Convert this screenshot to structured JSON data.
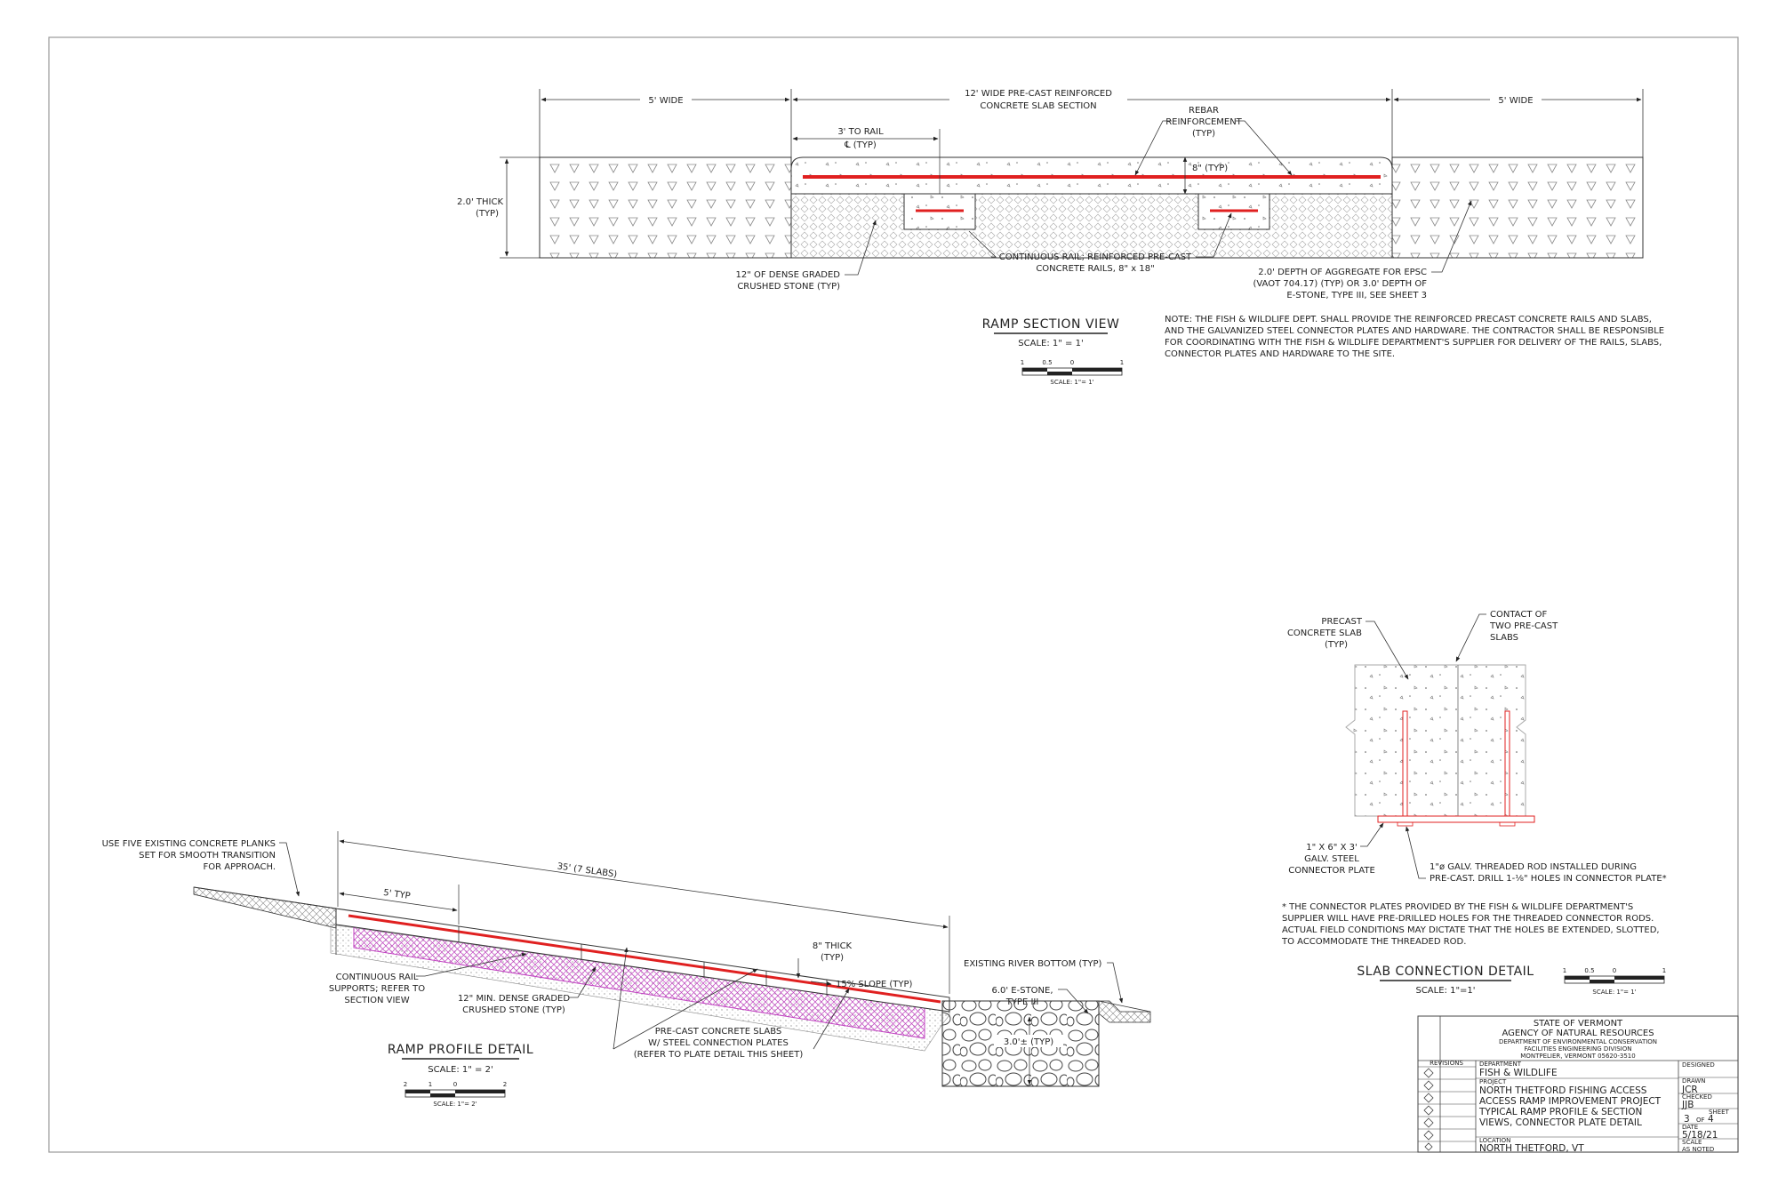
{
  "section_view": {
    "dim_left": "5' WIDE",
    "dim_center_1": "12' WIDE PRE-CAST REINFORCED",
    "dim_center_2": "CONCRETE SLAB SECTION",
    "dim_right": "5' WIDE",
    "rail_1": "3' TO RAIL",
    "rail_2": "℄ (TYP)",
    "rebar_1": "REBAR",
    "rebar_2": "REINFORCEMENT",
    "rebar_3": "(TYP)",
    "thick_8": "8\" (TYP)",
    "thick_1": "2.0' THICK",
    "thick_2": "(TYP)",
    "stone_1": "12\" OF DENSE GRADED",
    "stone_2": "CRUSHED STONE (TYP)",
    "cont_rail_1": "CONTINUOUS RAIL; REINFORCED PRE-CAST",
    "cont_rail_2": "CONCRETE RAILS, 8\" x 18\"",
    "agg_1": "2.0' DEPTH OF AGGREGATE FOR EPSC",
    "agg_2": "(VAOT 704.17) (TYP) OR 3.0' DEPTH OF",
    "agg_3": "E-STONE, TYPE III, SEE SHEET 3",
    "title": "RAMP SECTION VIEW",
    "scale": "SCALE: 1\" = 1'",
    "bar_1": "1",
    "bar_05": "0.5",
    "bar_0": "0",
    "bar_1r": "1",
    "bar_label": "SCALE: 1\"= 1'",
    "note_1": "NOTE: THE FISH & WILDLIFE DEPT. SHALL PROVIDE THE REINFORCED PRECAST CONCRETE RAILS AND SLABS,",
    "note_2": "AND THE GALVANIZED STEEL CONNECTOR PLATES AND HARDWARE.  THE CONTRACTOR SHALL BE RESPONSIBLE",
    "note_3": "FOR COORDINATING WITH THE FISH & WILDLIFE DEPARTMENT'S SUPPLIER FOR DELIVERY OF THE RAILS, SLABS,",
    "note_4": "CONNECTOR PLATES AND HARDWARE TO THE SITE."
  },
  "profile": {
    "planks_1": "USE FIVE EXISTING CONCRETE PLANKS",
    "planks_2": "SET FOR SMOOTH TRANSITION",
    "planks_3": "FOR APPROACH.",
    "dim_35": "35' (7 SLABS)",
    "typ_5": "5' TYP",
    "thick_1": "8\" THICK",
    "thick_2": "(TYP)",
    "slope": "15% SLOPE (TYP)",
    "river": "EXISTING RIVER BOTTOM (TYP)",
    "estone_1": "6.0' E-STONE,",
    "estone_2": "TYPE III",
    "depth": "3.0'± (TYP)",
    "cont_1": "CONTINUOUS RAIL",
    "cont_2": "SUPPORTS; REFER TO",
    "cont_3": "SECTION VIEW",
    "stone_1": "12\" MIN. DENSE GRADED",
    "stone_2": "CRUSHED STONE (TYP)",
    "slabs_1": "PRE-CAST CONCRETE SLABS",
    "slabs_2": "W/ STEEL CONNECTION PLATES",
    "slabs_3": "(REFER TO PLATE DETAIL THIS SHEET)",
    "title": "RAMP PROFILE DETAIL",
    "scale": "SCALE: 1\" = 2'",
    "bar_2": "2",
    "bar_1": "1",
    "bar_0": "0",
    "bar_2r": "2",
    "bar_label": "SCALE: 1\"= 2'"
  },
  "connection": {
    "precast_1": "PRECAST",
    "precast_2": "CONCRETE SLAB",
    "precast_3": "(TYP)",
    "contact_1": "CONTACT OF",
    "contact_2": "TWO PRE-CAST",
    "contact_3": "SLABS",
    "plate_1": "1\" X 6\" X 3'",
    "plate_2": "GALV. STEEL",
    "plate_3": "CONNECTOR PLATE",
    "rod_1": "1\"ø GALV. THREADED ROD INSTALLED DURING",
    "rod_2": "PRE-CAST.  DRILL 1-⅛\" HOLES IN CONNECTOR PLATE*",
    "note_1": "* THE CONNECTOR PLATES PROVIDED BY THE FISH & WILDLIFE DEPARTMENT'S",
    "note_2": "SUPPLIER WILL HAVE PRE-DRILLED HOLES FOR THE THREADED CONNECTOR RODS.",
    "note_3": "ACTUAL FIELD CONDITIONS MAY DICTATE THAT THE HOLES BE EXTENDED, SLOTTED,",
    "note_4": "TO ACCOMMODATE THE THREADED ROD.",
    "title": "SLAB CONNECTION DETAIL",
    "scale": "SCALE: 1\"=1'",
    "bar_1": "1",
    "bar_05": "0.5",
    "bar_0": "0",
    "bar_1r": "1",
    "bar_label": "SCALE: 1\"= 1'"
  },
  "title_block": {
    "state": "STATE OF VERMONT",
    "agency": "AGENCY OF NATURAL RESOURCES",
    "dept": "DEPARTMENT OF ENVIRONMENTAL CONSERVATION",
    "division": "FACILITIES ENGINEERING DIVISION",
    "address": "MONTPELIER, VERMONT 05620-3510",
    "revisions": "REVISIONS",
    "department_label": "DEPARTMENT",
    "department": "FISH & WILDLIFE",
    "project_label": "PROJECT",
    "project_1": "NORTH THETFORD FISHING ACCESS",
    "project_2": "ACCESS RAMP IMPROVEMENT PROJECT",
    "project_3": "TYPICAL RAMP PROFILE & SECTION",
    "project_4": "VIEWS, CONNECTOR PLATE DETAIL",
    "location_label": "LOCATION",
    "location": "NORTH THETFORD, VT",
    "designed_label": "DESIGNED",
    "drawn_label": "DRAWN",
    "drawn": "JCR",
    "checked_label": "CHECKED",
    "checked": "JJB",
    "sheet_label": "SHEET",
    "sheet": "3",
    "sheet_of": "OF",
    "sheet_total": "4",
    "date_label": "DATE",
    "date": "5/18/21",
    "scale_label": "SCALE",
    "scale": "AS NOTED"
  },
  "colors": {
    "rebar": "#e02020",
    "stone": "#c040c0",
    "line": "#222222"
  }
}
